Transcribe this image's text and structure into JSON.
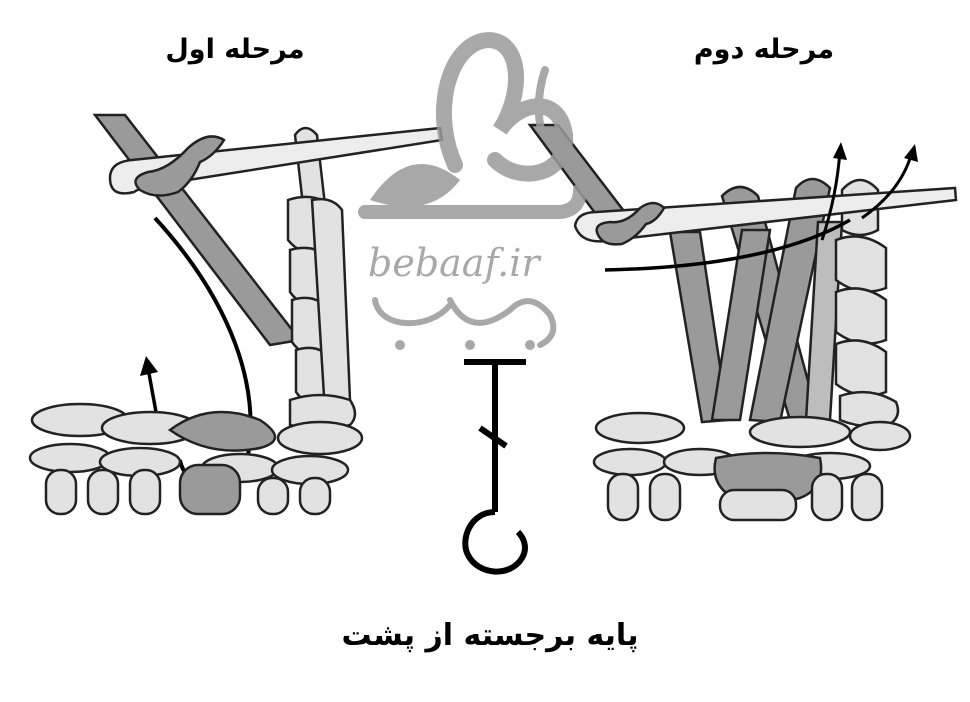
{
  "labels": {
    "step_one": "مرحله اول",
    "step_two": "مرحله دوم",
    "caption": "پایه برجسته از پشت"
  },
  "watermark": {
    "text": "bebaaf.ir",
    "color": "#9a9a9a"
  },
  "colors": {
    "yarn_light": "#e2e2e2",
    "yarn_dark": "#9a9a9a",
    "yarn_mid": "#bdbdbd",
    "outline": "#222222",
    "symbol": "#000000"
  },
  "icons": {
    "hook": "crochet-hook-icon",
    "arrow": "up-arrow-icon",
    "symbol": "back-post-double-crochet-symbol"
  }
}
